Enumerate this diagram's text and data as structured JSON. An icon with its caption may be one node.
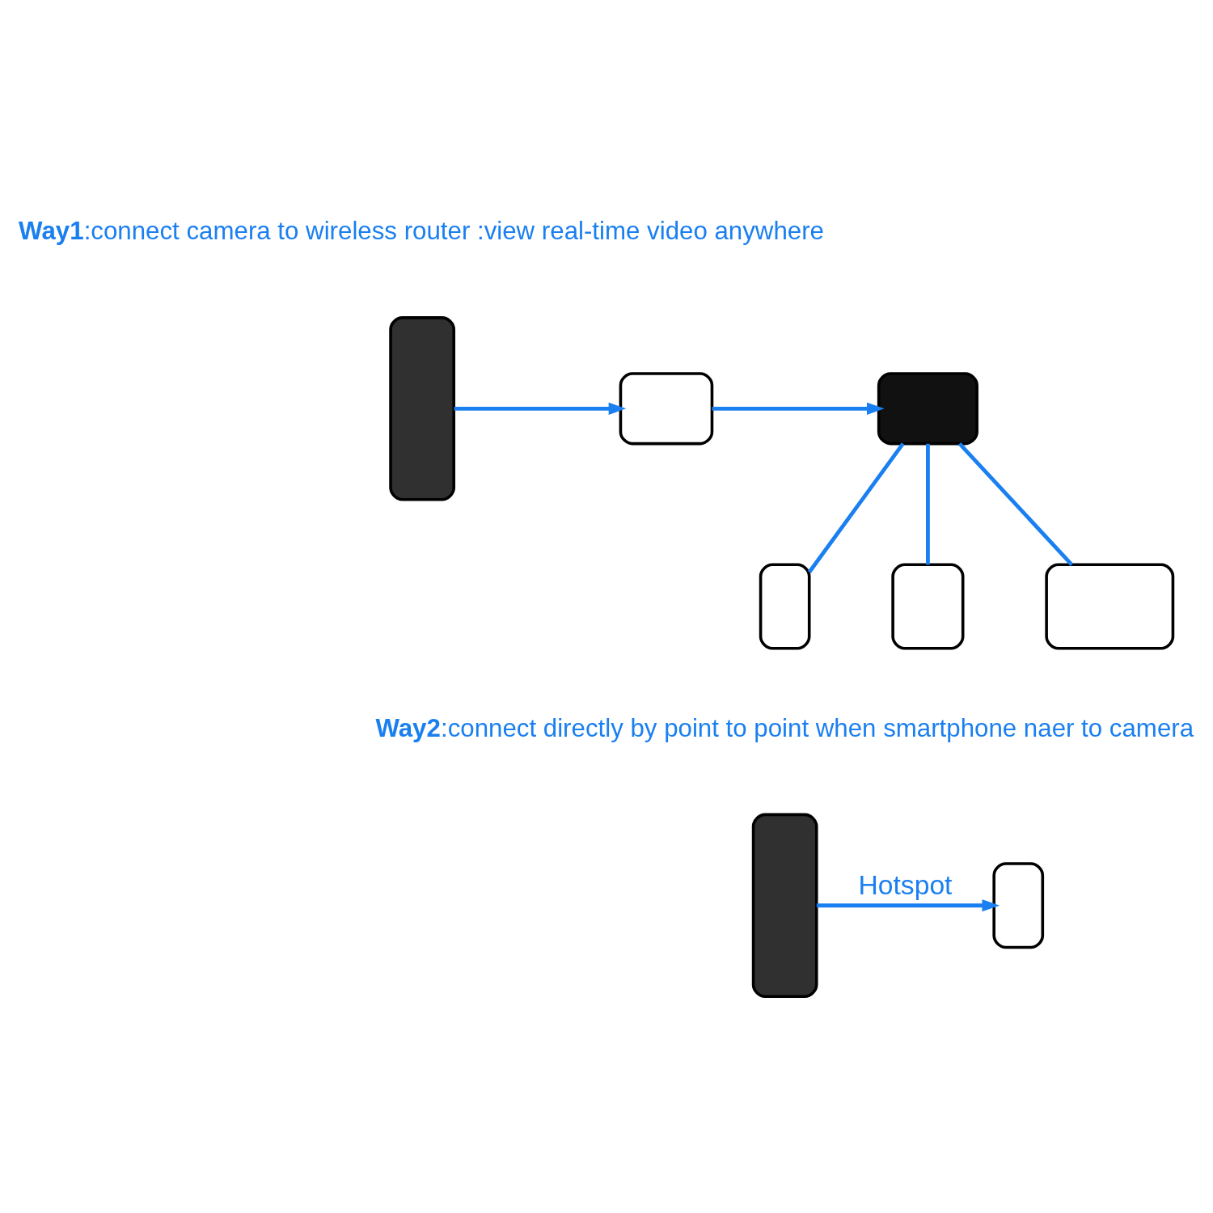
{
  "diagram": {
    "nodes": [
      {
        "text": [],
        "shape": "box"
      },
      {
        "text": [],
        "shape": "box"
      },
      {
        "text": [],
        "shape": "box"
      },
      {
        "text": [],
        "shape": "box"
      },
      {
        "text": [],
        "shape": "box"
      },
      {
        "text": [],
        "shape": "box"
      },
      {
        "text": [],
        "shape": "box"
      },
      {
        "text": [],
        "shape": "box"
      }
    ],
    "edges": [
      {
        "from": 0,
        "to": 1,
        "arrow": "to"
      },
      {
        "from": 1,
        "to": 2,
        "arrow": "to"
      },
      {
        "from": 2,
        "to": 3,
        "arrow": "none"
      },
      {
        "from": 2,
        "to": 4,
        "arrow": "none"
      },
      {
        "from": 2,
        "to": 5,
        "arrow": "none"
      },
      {
        "from": 6,
        "to": 7,
        "label": "Hotspot",
        "arrow": "to"
      }
    ],
    "labels": [
      "**Way1**:connect camera to wireless router :view real-time video anywhere",
      "**Way2**:connect directly by point to point when smartphone naer to camera"
    ]
  }
}
